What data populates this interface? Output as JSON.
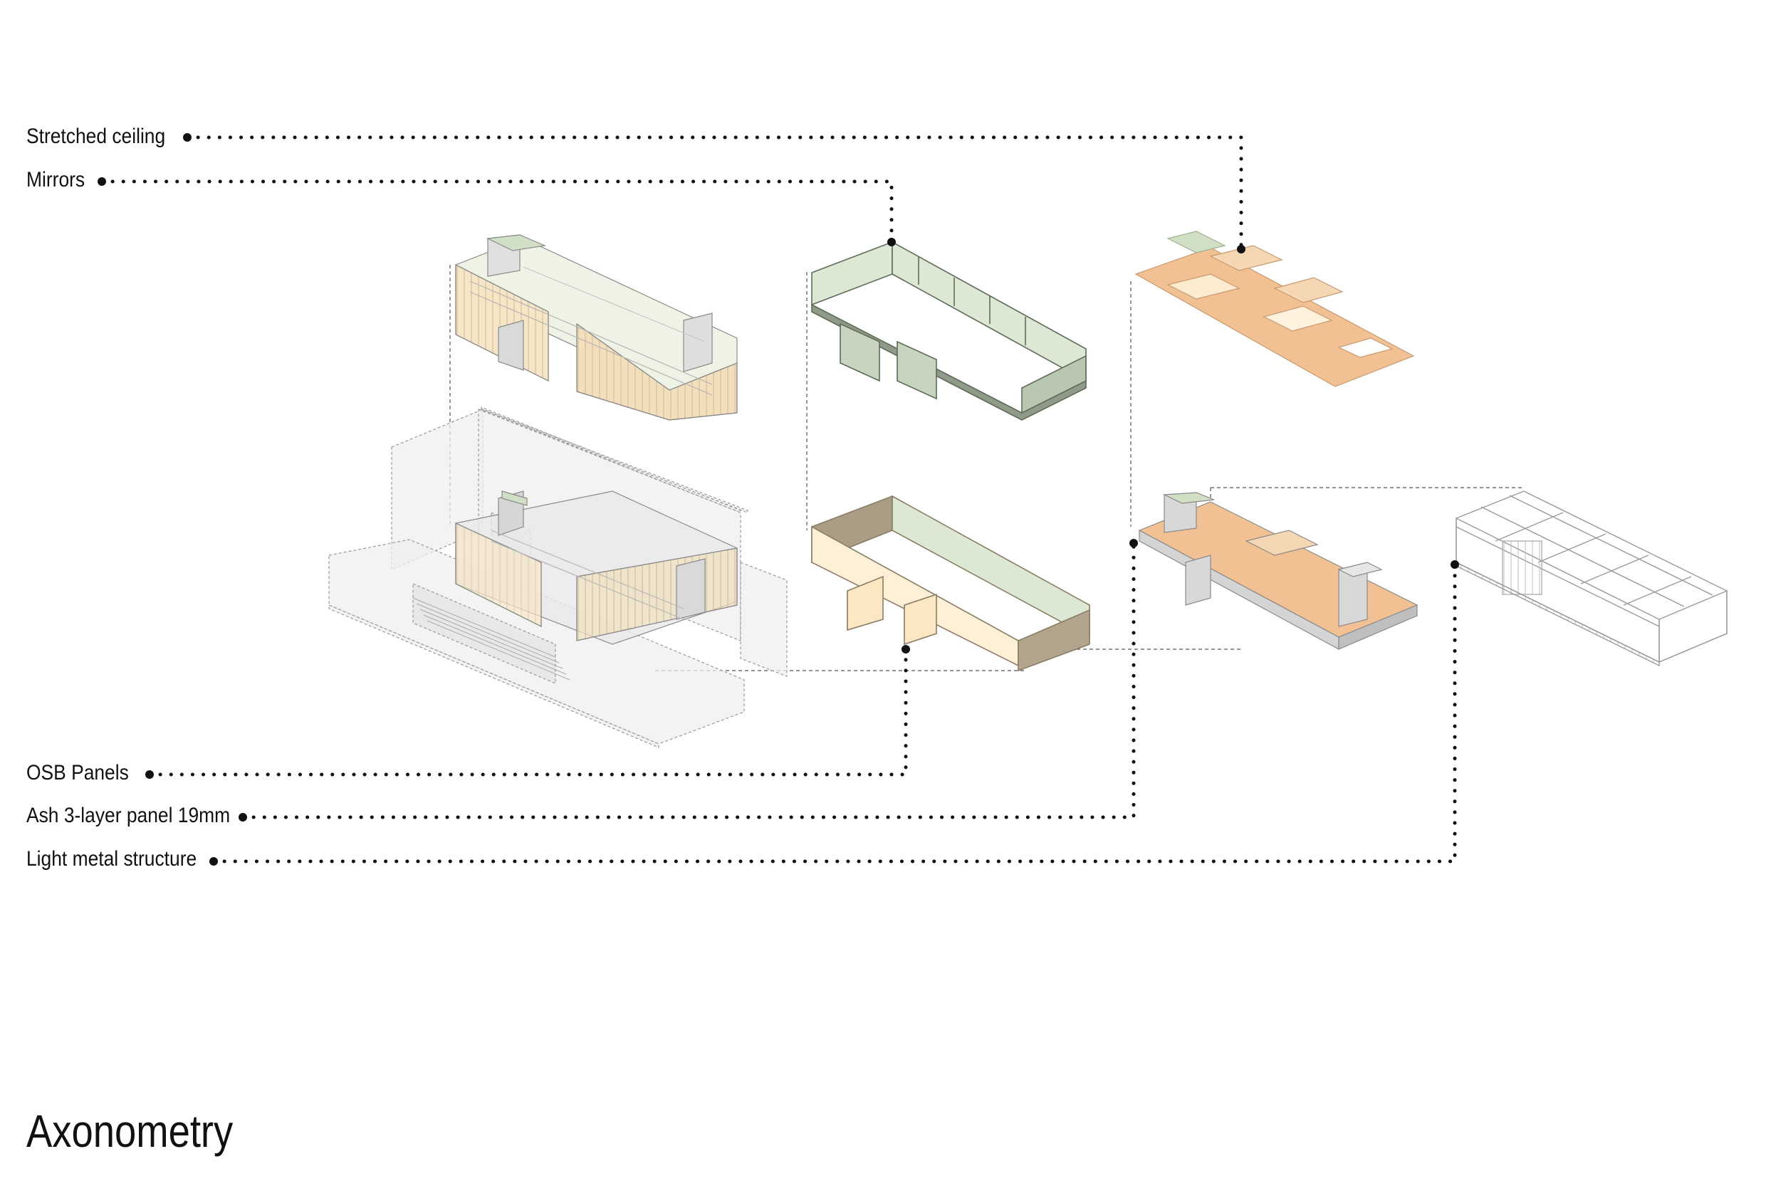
{
  "labels": {
    "stretched_ceiling": "Stretched ceiling",
    "mirrors": "Mirrors",
    "osb_panels": "OSB Panels",
    "ash_panel": "Ash 3-layer panel 19mm",
    "light_metal": "Light metal structure"
  },
  "title": "Axonometry",
  "colors": {
    "ink": "#111111",
    "mirror_green": "#dce8d3",
    "mirror_green_dark": "#8f9b88",
    "osb_cream": "#fdf0d6",
    "osb_brown": "#b1a58d",
    "ash_orange": "#f2c193",
    "ash_peach": "#f6d7b4",
    "metal_grey": "#cfcfcf",
    "existing_grey": "#eeeeee"
  }
}
